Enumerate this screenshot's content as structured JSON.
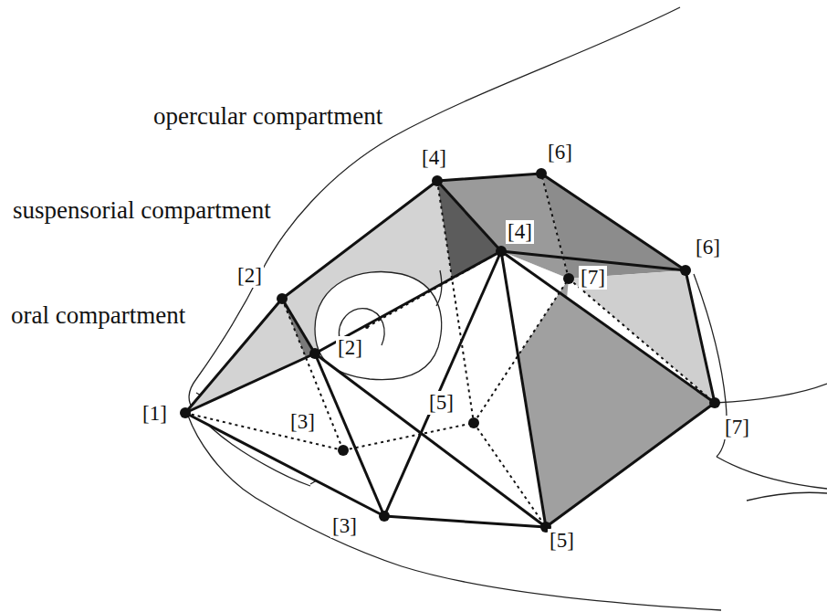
{
  "diagram": {
    "labels": [
      "opercular compartment",
      "[4]",
      "[6]",
      "suspensorial compartment",
      "[4]",
      "[2]",
      "[7]",
      "[6]",
      "oral compartment",
      "[2]",
      "[5]",
      "[1]",
      "[3]",
      "[7]",
      "[3]",
      "[5]"
    ]
  }
}
